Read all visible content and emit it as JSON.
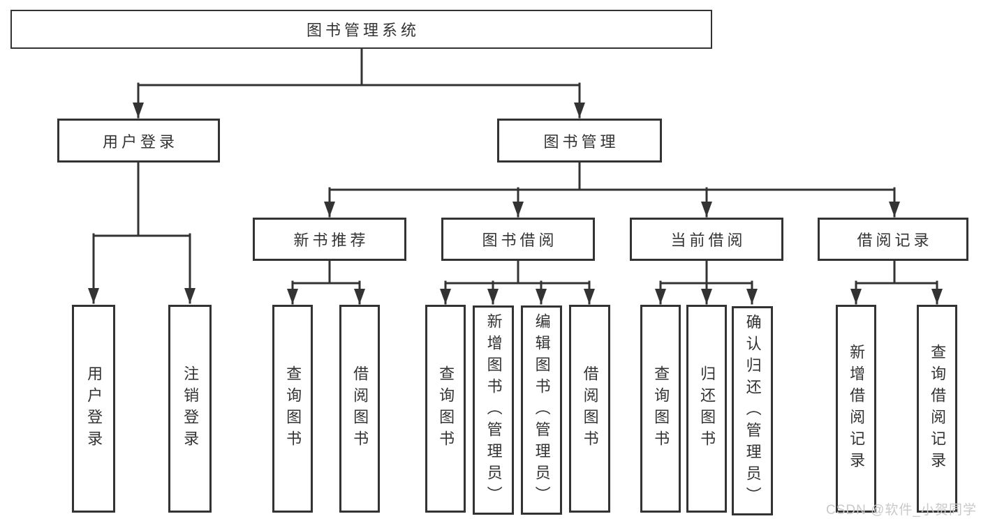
{
  "nodes": {
    "root": "图书管理系统",
    "user_login": "用户登录",
    "book_management": "图书管理",
    "new_book_recommend": "新书推荐",
    "book_borrow": "图书借阅",
    "current_borrow": "当前借阅",
    "borrow_records": "借阅记录",
    "leaves": {
      "user_login": "用户登录",
      "logout": "注销登录",
      "rec_query_books": "查询图书",
      "rec_borrow_books": "借阅图书",
      "bb_query_books": "查询图书",
      "bb_add_books": "新增图书（管理员）",
      "bb_edit_books": "编辑图书（管理员）",
      "bb_borrow_books": "借阅图书",
      "cb_query_books": "查询图书",
      "cb_return_books": "归还图书",
      "cb_confirm_return": "确认归还（管理员）",
      "br_add_record": "新增借阅记录",
      "br_query_record": "查询借阅记录"
    }
  },
  "watermark": "CSDN @软件_小贺同学",
  "colors": {
    "line": "#333333",
    "text": "#333333",
    "watermark": "#c9c9c9",
    "background": "#ffffff"
  }
}
